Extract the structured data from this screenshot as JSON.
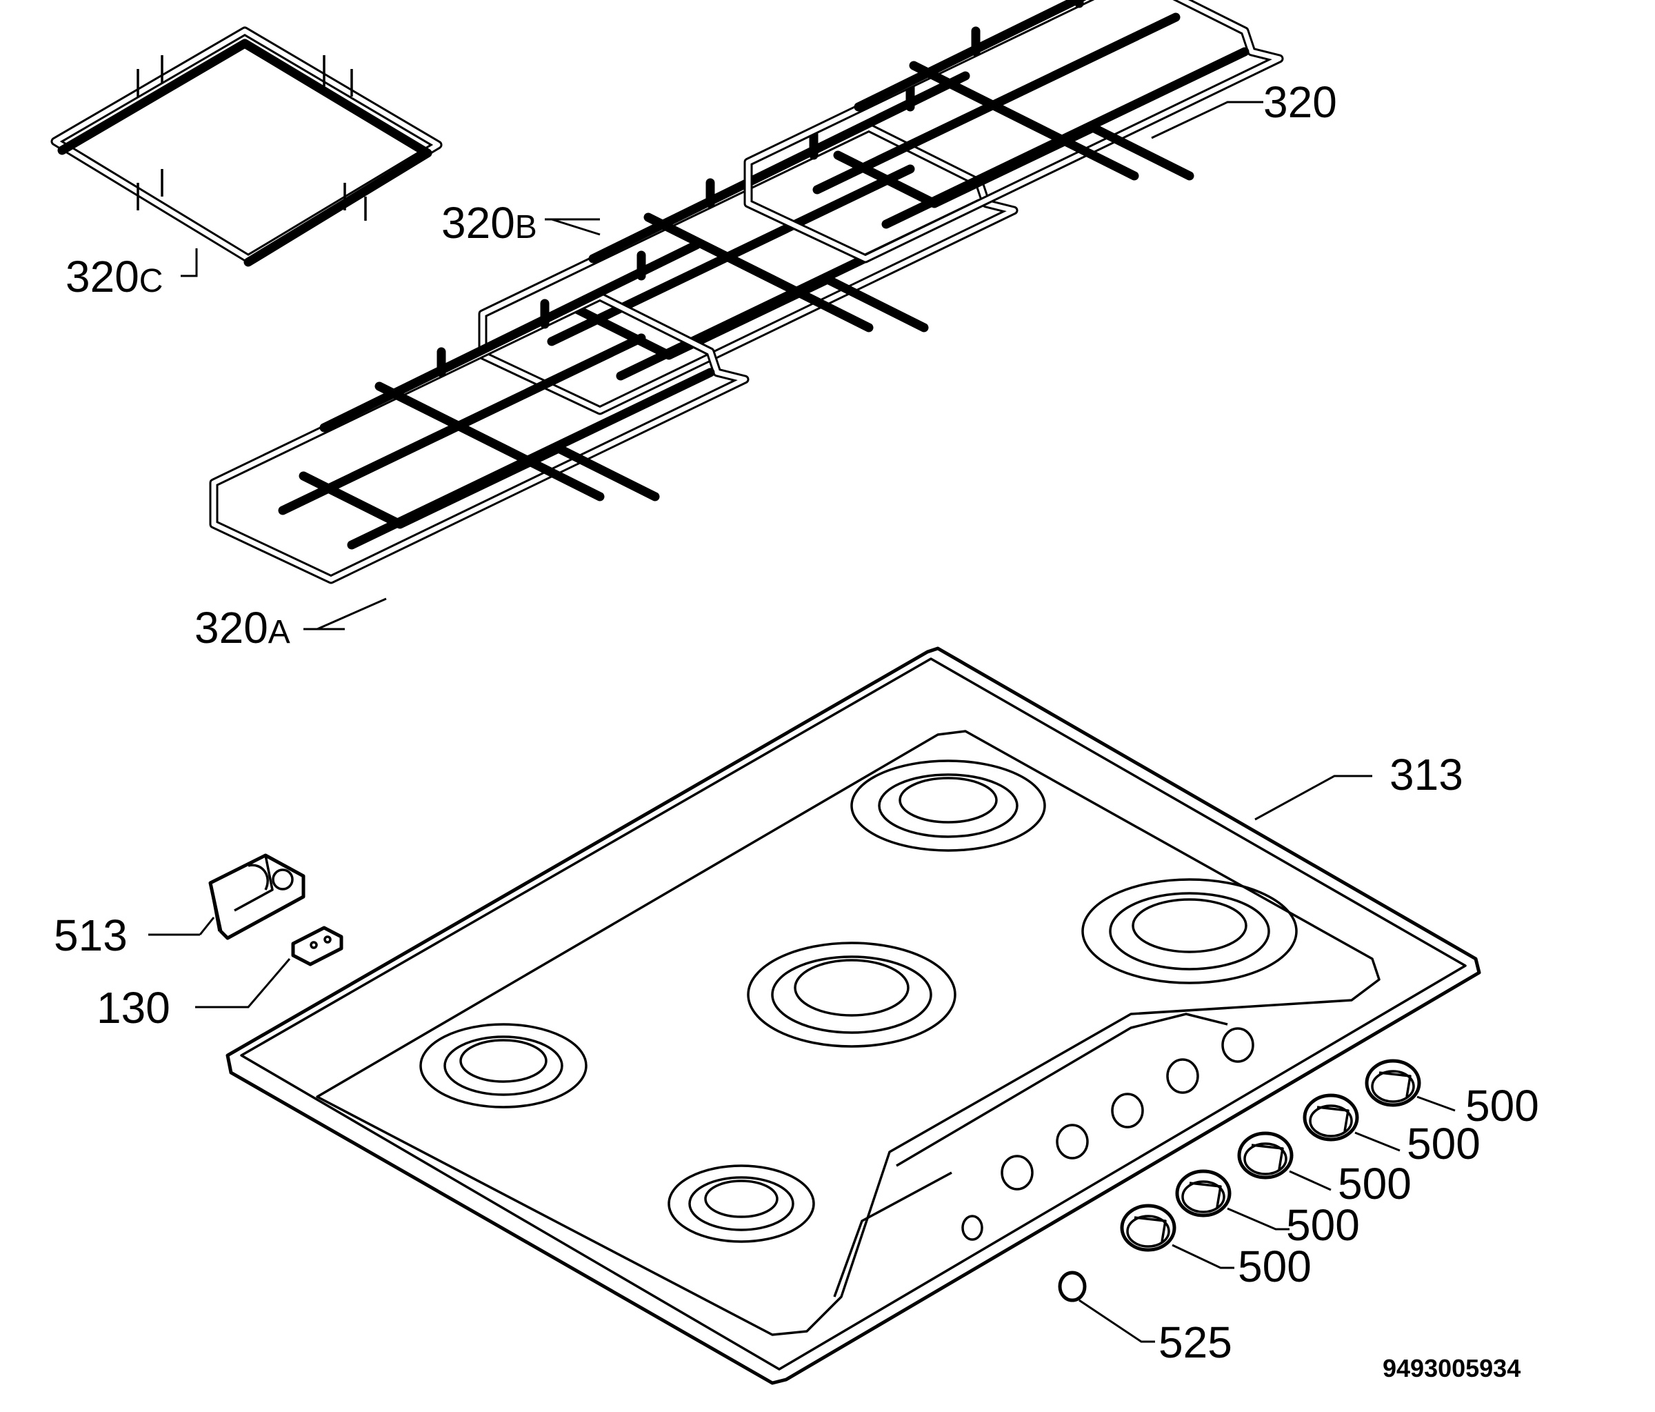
{
  "labels": {
    "grid_c": "320",
    "grid_c_suffix": "C",
    "grid_b": "320",
    "grid_b_suffix": "B",
    "grid_main": "320",
    "grid_a": "320",
    "grid_a_suffix": "A",
    "hob_top": "313",
    "clip": "513",
    "spacer": "130",
    "knob_1": "500",
    "knob_2": "500",
    "knob_3": "500",
    "knob_4": "500",
    "knob_5": "500",
    "button": "525"
  },
  "drawing_code": "9493005934"
}
